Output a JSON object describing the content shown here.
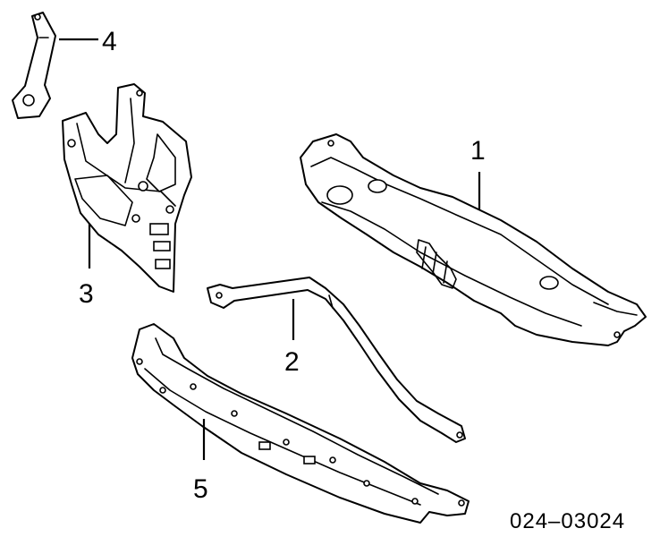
{
  "diagram": {
    "callouts": [
      {
        "id": "part-1",
        "label": "1"
      },
      {
        "id": "part-2",
        "label": "2"
      },
      {
        "id": "part-3",
        "label": "3"
      },
      {
        "id": "part-4",
        "label": "4"
      },
      {
        "id": "part-5",
        "label": "5"
      }
    ],
    "document_number": "024–03024",
    "colors": {
      "line": "#000000",
      "background": "#ffffff"
    }
  }
}
